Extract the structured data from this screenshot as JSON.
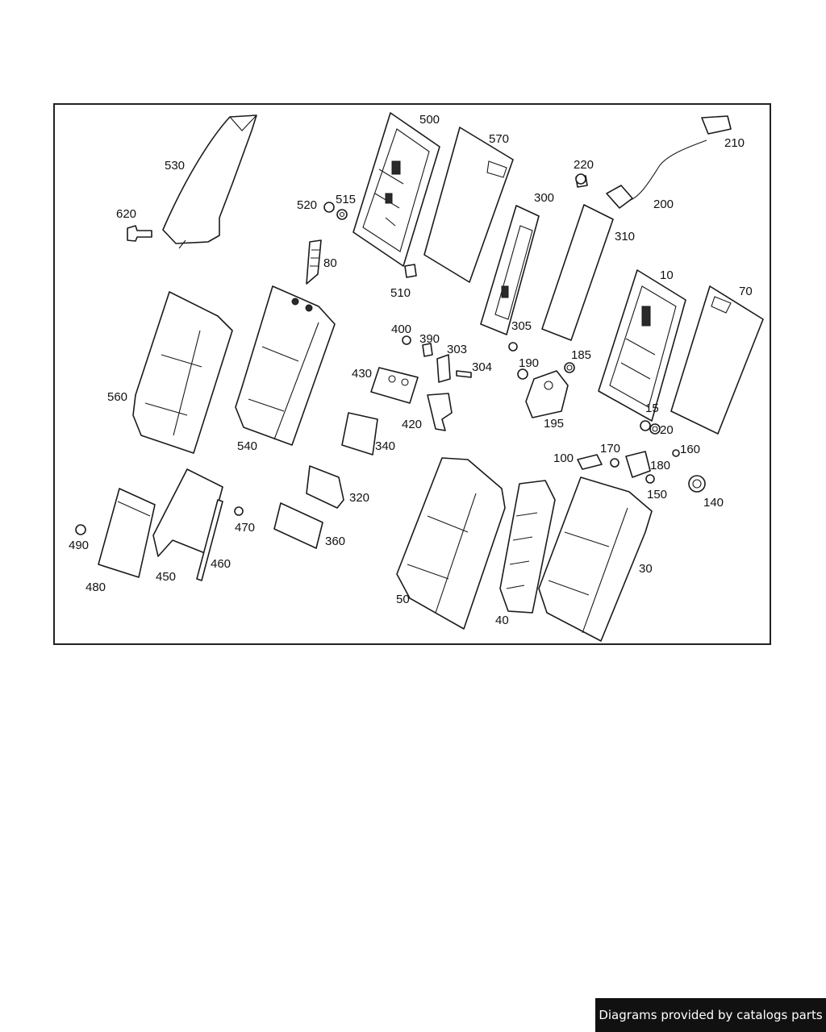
{
  "diagram": {
    "callouts": {
      "c10": "10",
      "c15": "15",
      "c20": "20",
      "c30": "30",
      "c40": "40",
      "c50": "50",
      "c70": "70",
      "c80": "80",
      "c100": "100",
      "c140": "140",
      "c150": "150",
      "c160": "160",
      "c170": "170",
      "c180": "180",
      "c185": "185",
      "c190": "190",
      "c195": "195",
      "c200": "200",
      "c210": "210",
      "c220": "220",
      "c300": "300",
      "c303": "303",
      "c304": "304",
      "c305": "305",
      "c310": "310",
      "c320": "320",
      "c340": "340",
      "c360": "360",
      "c390": "390",
      "c400": "400",
      "c420": "420",
      "c430": "430",
      "c450": "450",
      "c460": "460",
      "c470": "470",
      "c480": "480",
      "c490": "490",
      "c500": "500",
      "c510": "510",
      "c515": "515",
      "c520": "520",
      "c530": "530",
      "c540": "540",
      "c560": "560",
      "c570": "570",
      "c620": "620"
    }
  },
  "footer": {
    "credit": "Diagrams provided by catalogs parts"
  }
}
